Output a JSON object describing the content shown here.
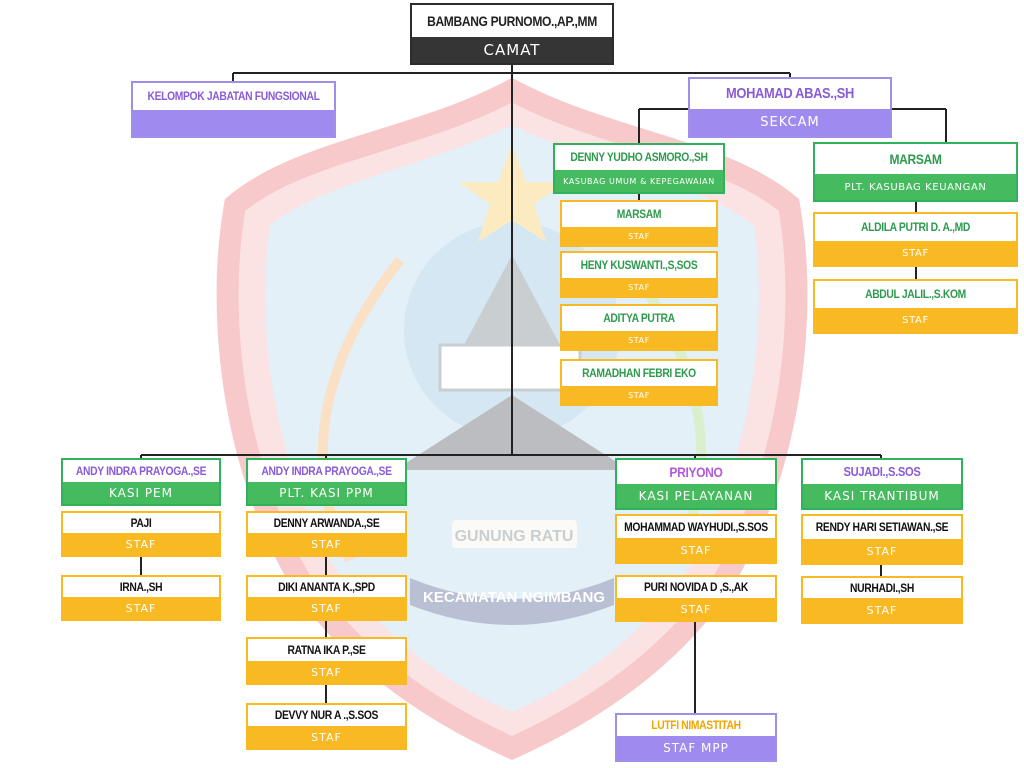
{
  "emblem": {
    "line1": "GUNUNG RATU",
    "line2": "KECAMATAN NGIMBANG"
  },
  "head": {
    "name": "BAMBANG PURNOMO.,AP.,MM",
    "role": "CAMAT"
  },
  "fungsional": {
    "name": "KELOMPOK JABATAN FUNGSIONAL",
    "role": ""
  },
  "sekcam": {
    "name": "MOHAMAD ABAS.,SH",
    "role": "SEKCAM"
  },
  "kasubag_umum": {
    "name": "DENNY YUDHO ASMORO.,SH",
    "role": "KASUBAG UMUM & KEPEGAWAIAN"
  },
  "kasubag_keuangan": {
    "name": "MARSAM",
    "role": "PLT. KASUBAG KEUANGAN"
  },
  "umum_staff": [
    {
      "name": "MARSAM",
      "role": "STAF"
    },
    {
      "name": "HENY KUSWANTI.,S,SOS",
      "role": "STAF"
    },
    {
      "name": "ADITYA PUTRA",
      "role": "STAF"
    },
    {
      "name": "RAMADHAN FEBRI EKO",
      "role": "STAF"
    }
  ],
  "keuangan_staff": [
    {
      "name": "ALDILA PUTRI D. A.,MD",
      "role": "STAF"
    },
    {
      "name": "ABDUL JALIL.,S.KOM",
      "role": "STAF"
    }
  ],
  "kasi_pem": {
    "name": "ANDY INDRA PRAYOGA.,SE",
    "role": "KASI PEM"
  },
  "kasi_pem_staff": [
    {
      "name": "PAJI",
      "role": "STAF"
    },
    {
      "name": "IRNA.,SH",
      "role": "STAF"
    }
  ],
  "kasi_ppm": {
    "name": "ANDY INDRA PRAYOGA.,SE",
    "role": "PLT. KASI PPM"
  },
  "kasi_ppm_staff": [
    {
      "name": "DENNY ARWANDA.,SE",
      "role": "STAF"
    },
    {
      "name": "DIKI ANANTA K.,SPD",
      "role": "STAF"
    },
    {
      "name": "RATNA IKA P.,SE",
      "role": "STAF"
    },
    {
      "name": "DEVVY NUR A .,S.SOS",
      "role": "STAF"
    }
  ],
  "kasi_pelayanan": {
    "name": "PRIYONO",
    "role": "KASI PELAYANAN"
  },
  "kasi_pelayanan_staff": [
    {
      "name": "MOHAMMAD WAYHUDI.,S.SOS",
      "role": "STAF"
    },
    {
      "name": "PURI NOVIDA D ,S.,AK",
      "role": "STAF"
    }
  ],
  "staf_mpp": {
    "name": "LUTFI NIMASTITAH",
    "role": "STAF MPP"
  },
  "kasi_trantibum": {
    "name": "SUJADI.,S.SOS",
    "role": "KASI TRANTIBUM"
  },
  "kasi_trantibum_staff": [
    {
      "name": "RENDY HARI SETIAWAN.,SE",
      "role": "STAF"
    },
    {
      "name": "NURHADI.,SH",
      "role": "STAF"
    }
  ]
}
